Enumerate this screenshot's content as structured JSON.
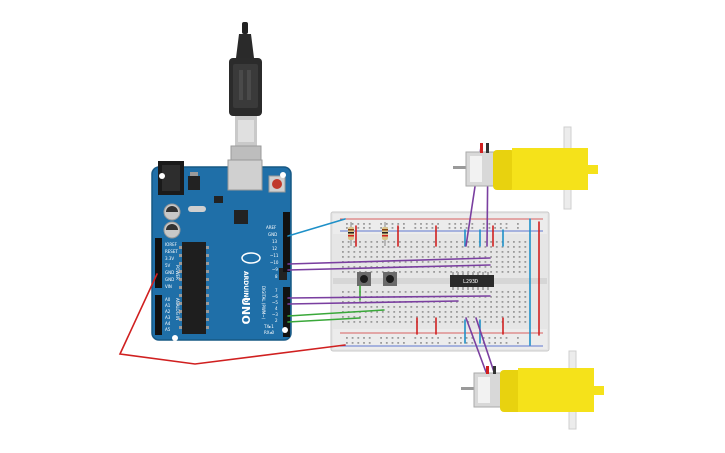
{
  "arduino": {
    "logo_text": "ARDUINO",
    "model_text": "UNO",
    "digital_label": "DIGITAL (PWM~)",
    "power_label": "POWER",
    "analog_label": "ANALOG IN",
    "power_pins": [
      "IOREF",
      "RESET",
      "3.3V",
      "5V",
      "GND",
      "GND",
      "VIN"
    ],
    "analog_pins": [
      "A0",
      "A1",
      "A2",
      "A3",
      "A4",
      "A5"
    ],
    "digital_pins_top": [
      "AREF",
      "GND",
      "13",
      "12",
      "~11",
      "~10",
      "~9",
      "8"
    ],
    "digital_pins_bottom": [
      "7",
      "~6",
      "~5",
      "4",
      "~3",
      "2",
      "TX▸1",
      "RX◂0"
    ]
  },
  "ic": {
    "label": "L293D"
  },
  "colors": {
    "board": "#1f6fa8",
    "board_dark": "#175884",
    "breadboard": "#e9e9e9",
    "wire_purple": "#7a3fa0",
    "wire_green": "#3aa83a",
    "wire_blue": "#1e90c8",
    "wire_red": "#d02020",
    "motor_yellow": "#f5e21a"
  }
}
